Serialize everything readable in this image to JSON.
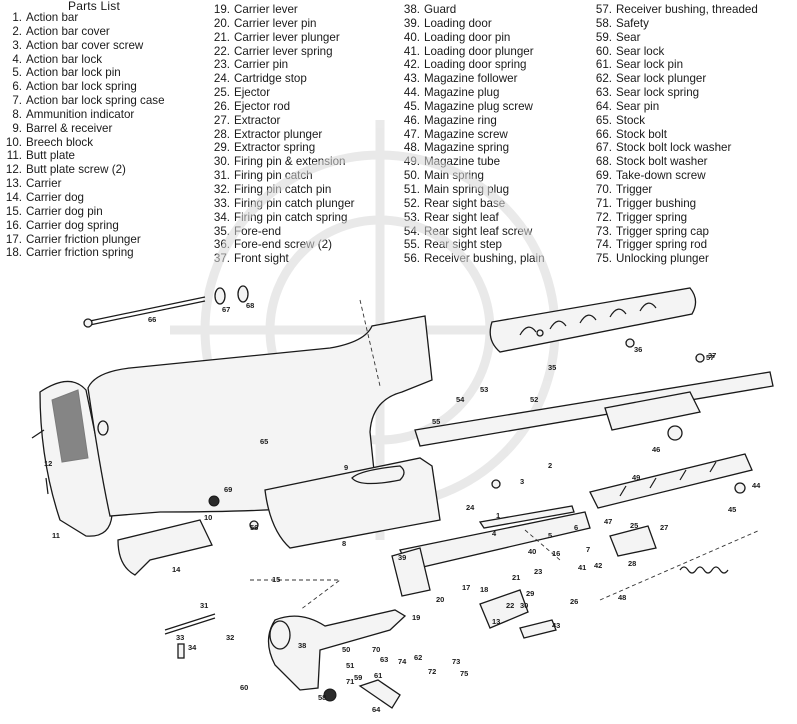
{
  "title": "Parts List",
  "columns": [
    [
      {
        "n": "1.",
        "label": "Action bar"
      },
      {
        "n": "2.",
        "label": "Action bar cover"
      },
      {
        "n": "3.",
        "label": "Action bar cover screw"
      },
      {
        "n": "4.",
        "label": "Action bar lock"
      },
      {
        "n": "5.",
        "label": "Action bar lock pin"
      },
      {
        "n": "6.",
        "label": "Action bar lock spring"
      },
      {
        "n": "7.",
        "label": "Action bar lock spring case"
      },
      {
        "n": "8.",
        "label": "Ammunition indicator"
      },
      {
        "n": "9.",
        "label": "Barrel & receiver"
      },
      {
        "n": "10.",
        "label": "Breech block"
      },
      {
        "n": "11.",
        "label": "Butt plate"
      },
      {
        "n": "12.",
        "label": "Butt plate screw (2)"
      },
      {
        "n": "13.",
        "label": "Carrier"
      },
      {
        "n": "14.",
        "label": "Carrier dog"
      },
      {
        "n": "15.",
        "label": "Carrier dog pin"
      },
      {
        "n": "16.",
        "label": "Carrier dog spring"
      },
      {
        "n": "17.",
        "label": "Carrier friction plunger"
      },
      {
        "n": "18.",
        "label": "Carrier friction spring"
      }
    ],
    [
      {
        "n": "19.",
        "label": "Carrier lever"
      },
      {
        "n": "20.",
        "label": "Carrier lever pin"
      },
      {
        "n": "21.",
        "label": "Carrier lever plunger"
      },
      {
        "n": "22.",
        "label": "Carrier lever spring"
      },
      {
        "n": "23.",
        "label": "Carrier pin"
      },
      {
        "n": "24.",
        "label": "Cartridge stop"
      },
      {
        "n": "25.",
        "label": "Ejector"
      },
      {
        "n": "26.",
        "label": "Ejector rod"
      },
      {
        "n": "27.",
        "label": "Extractor"
      },
      {
        "n": "28.",
        "label": "Extractor plunger"
      },
      {
        "n": "29.",
        "label": "Extractor spring"
      },
      {
        "n": "30.",
        "label": "Firing pin & extension"
      },
      {
        "n": "31.",
        "label": "Firing pin catch"
      },
      {
        "n": "32.",
        "label": "Firing pin catch pin"
      },
      {
        "n": "33.",
        "label": "Firing pin catch plunger"
      },
      {
        "n": "34.",
        "label": "Firing pin catch spring"
      },
      {
        "n": "35.",
        "label": "Fore-end"
      },
      {
        "n": "36.",
        "label": "Fore-end screw (2)"
      },
      {
        "n": "37.",
        "label": "Front sight"
      }
    ],
    [
      {
        "n": "38.",
        "label": "Guard"
      },
      {
        "n": "39.",
        "label": "Loading door"
      },
      {
        "n": "40.",
        "label": "Loading door pin"
      },
      {
        "n": "41.",
        "label": "Loading door plunger"
      },
      {
        "n": "42.",
        "label": "Loading door spring"
      },
      {
        "n": "43.",
        "label": "Magazine follower"
      },
      {
        "n": "44.",
        "label": "Magazine plug"
      },
      {
        "n": "45.",
        "label": "Magazine plug screw"
      },
      {
        "n": "46.",
        "label": "Magazine ring"
      },
      {
        "n": "47.",
        "label": "Magazine screw"
      },
      {
        "n": "48.",
        "label": "Magazine spring"
      },
      {
        "n": "49.",
        "label": "Magazine tube"
      },
      {
        "n": "50.",
        "label": "Main spring"
      },
      {
        "n": "51.",
        "label": "Main spring plug"
      },
      {
        "n": "52.",
        "label": "Rear sight base"
      },
      {
        "n": "53.",
        "label": "Rear sight leaf"
      },
      {
        "n": "54.",
        "label": "Rear sight leaf screw"
      },
      {
        "n": "55.",
        "label": "Rear sight step"
      },
      {
        "n": "56.",
        "label": "Receiver bushing, plain"
      }
    ],
    [
      {
        "n": "57.",
        "label": "Receiver bushing, threaded"
      },
      {
        "n": "58.",
        "label": "Safety"
      },
      {
        "n": "59.",
        "label": "Sear"
      },
      {
        "n": "60.",
        "label": "Sear lock"
      },
      {
        "n": "61.",
        "label": "Sear lock pin"
      },
      {
        "n": "62.",
        "label": "Sear lock plunger"
      },
      {
        "n": "63.",
        "label": "Sear lock spring"
      },
      {
        "n": "64.",
        "label": "Sear pin"
      },
      {
        "n": "65.",
        "label": "Stock"
      },
      {
        "n": "66.",
        "label": "Stock bolt"
      },
      {
        "n": "67.",
        "label": "Stock bolt lock washer"
      },
      {
        "n": "68.",
        "label": "Stock bolt washer"
      },
      {
        "n": "69.",
        "label": "Take-down screw"
      },
      {
        "n": "70.",
        "label": "Trigger"
      },
      {
        "n": "71.",
        "label": "Trigger bushing"
      },
      {
        "n": "72.",
        "label": "Trigger spring"
      },
      {
        "n": "73.",
        "label": "Trigger spring cap"
      },
      {
        "n": "74.",
        "label": "Trigger spring rod"
      },
      {
        "n": "75.",
        "label": "Unlocking plunger"
      }
    ]
  ],
  "callouts": [
    "66",
    "67",
    "68",
    "35",
    "36",
    "57",
    "11",
    "12",
    "65",
    "55",
    "54",
    "53",
    "52",
    "46",
    "49",
    "9",
    "2",
    "3",
    "44",
    "45",
    "47",
    "69",
    "56",
    "24",
    "1",
    "8",
    "39",
    "40",
    "41",
    "16",
    "15",
    "14",
    "13",
    "10",
    "23",
    "28",
    "43",
    "42",
    "48",
    "31",
    "33",
    "34",
    "32",
    "19",
    "38",
    "17",
    "18",
    "21",
    "20",
    "25",
    "22",
    "26",
    "27",
    "29",
    "30",
    "50",
    "51",
    "58",
    "59",
    "60",
    "61",
    "62",
    "63",
    "64",
    "70",
    "71",
    "72",
    "73",
    "74",
    "75",
    "4",
    "5",
    "6",
    "7",
    "37"
  ]
}
